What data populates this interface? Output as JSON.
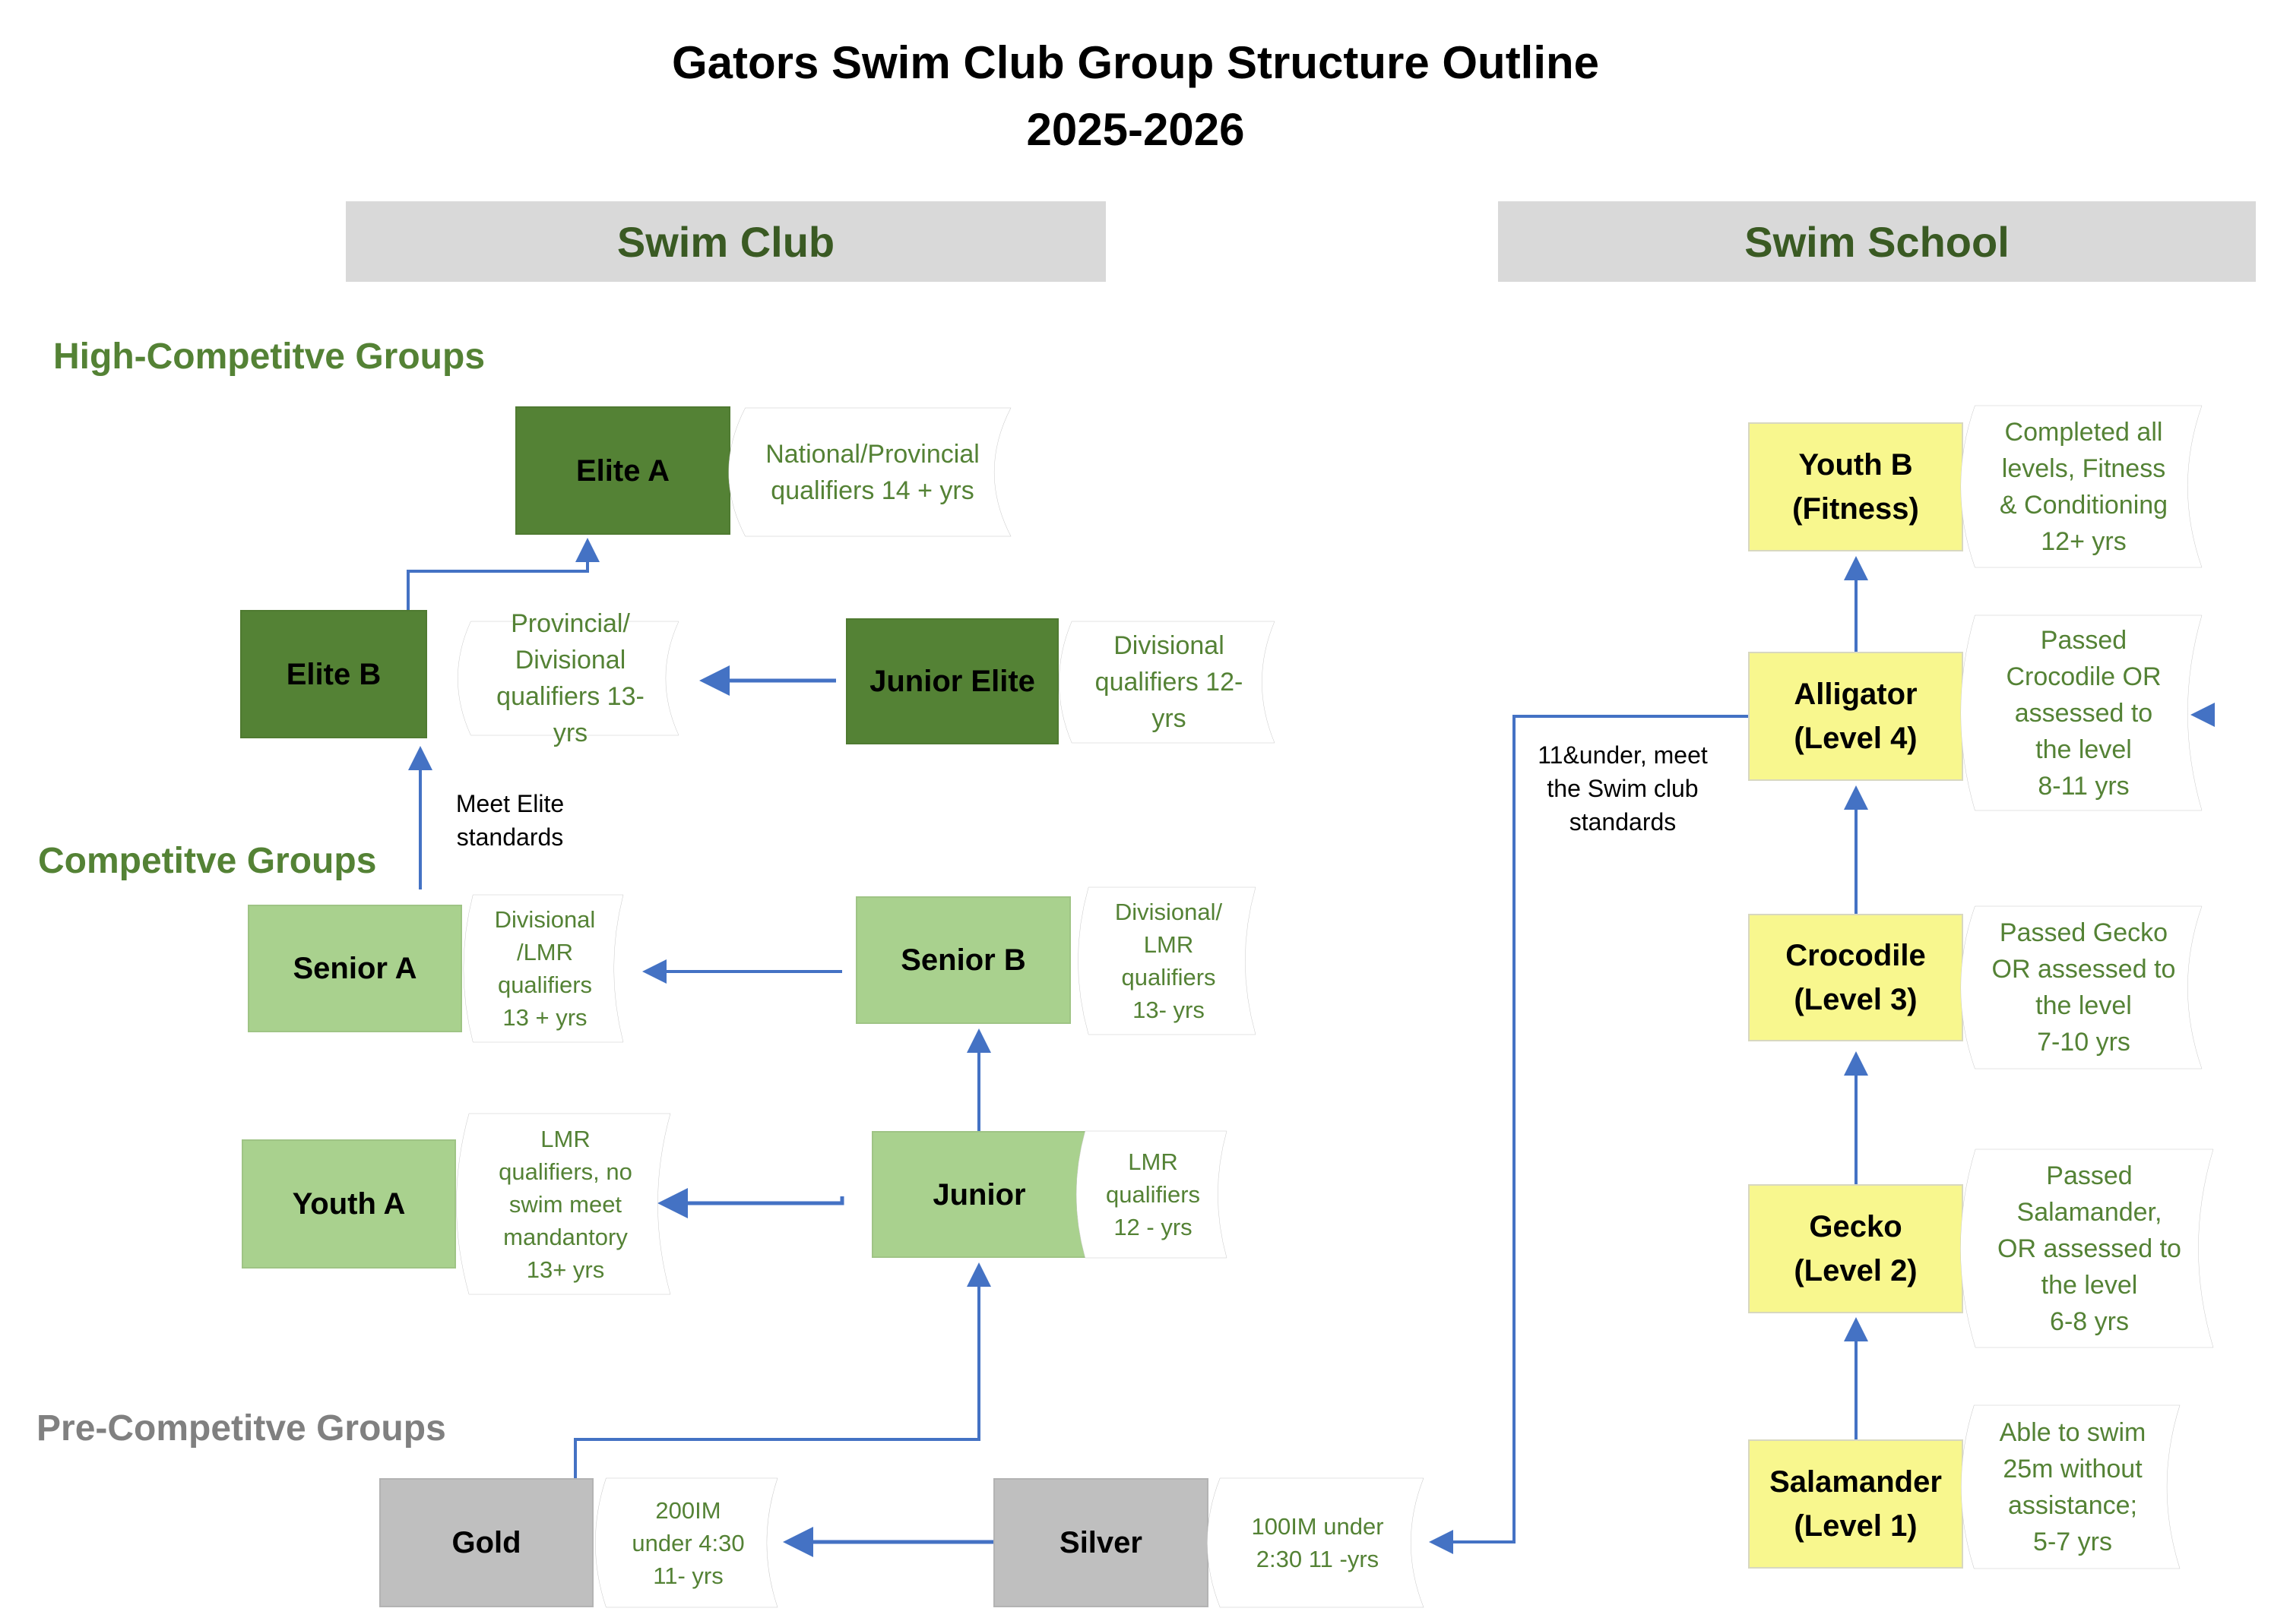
{
  "title": {
    "line1": "Gators Swim Club Group Structure Outline",
    "line2": "2025-2026"
  },
  "sections": {
    "swim_club": "Swim Club",
    "swim_school": "Swim School"
  },
  "tiers": {
    "high_competitive": "High-Competitve Groups",
    "competitive": "Competitve Groups",
    "pre_competitive": "Pre-Competitve Groups"
  },
  "colors": {
    "high_competitive": "#548235",
    "competitive": "#A9D18E",
    "pre_competitive": "#BFBFBF",
    "swim_school": "#F8F78E",
    "arrow": "#4472C4",
    "description_text": "#548235",
    "section_header_bg": "#D9D9D9"
  },
  "swim_club_groups": {
    "elite_a": {
      "name": "Elite A",
      "criteria": "National/Provincial\nqualifiers  14 + yrs"
    },
    "elite_b": {
      "name": "Elite B",
      "criteria": "Provincial/\nDivisional\nqualifiers  13-\nyrs"
    },
    "junior_elite": {
      "name": "Junior Elite",
      "criteria": "Divisional\nqualifiers 12-\nyrs"
    },
    "senior_a": {
      "name": "Senior A",
      "criteria": "Divisional\n/LMR\nqualifiers\n13 + yrs"
    },
    "senior_b": {
      "name": "Senior B",
      "criteria": "Divisional/\nLMR\nqualifiers\n13- yrs"
    },
    "youth_a": {
      "name": "Youth A",
      "criteria": "LMR\nqualifiers, no\nswim meet\nmandantory\n13+ yrs"
    },
    "junior": {
      "name": "Junior",
      "criteria": "LMR\nqualifiers\n12 - yrs"
    },
    "gold": {
      "name": "Gold",
      "criteria": "200IM\nunder 4:30\n11- yrs"
    },
    "silver": {
      "name": "Silver",
      "criteria": "100IM under\n2:30 11 -yrs"
    }
  },
  "swim_school_levels": {
    "youth_b": {
      "name": "Youth B\n(Fitness)",
      "criteria": "Completed all\nlevels, Fitness\n& Conditioning\n12+ yrs"
    },
    "alligator": {
      "name": "Alligator\n(Level 4)",
      "criteria": "Passed\nCrocodile  OR\nassessed to\nthe level\n8-11 yrs"
    },
    "crocodile": {
      "name": "Crocodile\n(Level 3)",
      "criteria": "Passed Gecko\nOR assessed to\nthe level\n7-10 yrs"
    },
    "gecko": {
      "name": "Gecko\n(Level 2)",
      "criteria": "Passed\nSalamander,\nOR assessed to\nthe level\n6-8 yrs"
    },
    "salamander": {
      "name": "Salamander\n(Level 1)",
      "criteria": "Able to swim\n25m without\nassistance;\n5-7 yrs"
    }
  },
  "notes": {
    "meet_elite": "Meet Elite\nstandards",
    "school_to_club": "11&under, meet\nthe Swim club\nstandards"
  },
  "progressions": [
    {
      "from": "Elite B",
      "to": "Elite A"
    },
    {
      "from": "Junior Elite",
      "to": "Elite B"
    },
    {
      "from": "Senior A",
      "to": "Elite B",
      "condition": "Meet Elite standards"
    },
    {
      "from": "Senior B",
      "to": "Senior A"
    },
    {
      "from": "Junior",
      "to": "Senior B"
    },
    {
      "from": "Junior",
      "to": "Youth A"
    },
    {
      "from": "Gold",
      "to": "Junior"
    },
    {
      "from": "Silver",
      "to": "Gold"
    },
    {
      "from": "Alligator (Level 4)",
      "to": "Silver",
      "condition": "11&under, meet the Swim club standards"
    },
    {
      "from": "Salamander (Level 1)",
      "to": "Gecko (Level 2)"
    },
    {
      "from": "Gecko (Level 2)",
      "to": "Crocodile (Level 3)"
    },
    {
      "from": "Crocodile (Level 3)",
      "to": "Alligator (Level 4)"
    },
    {
      "from": "Alligator (Level 4)",
      "to": "Youth B (Fitness)"
    }
  ]
}
